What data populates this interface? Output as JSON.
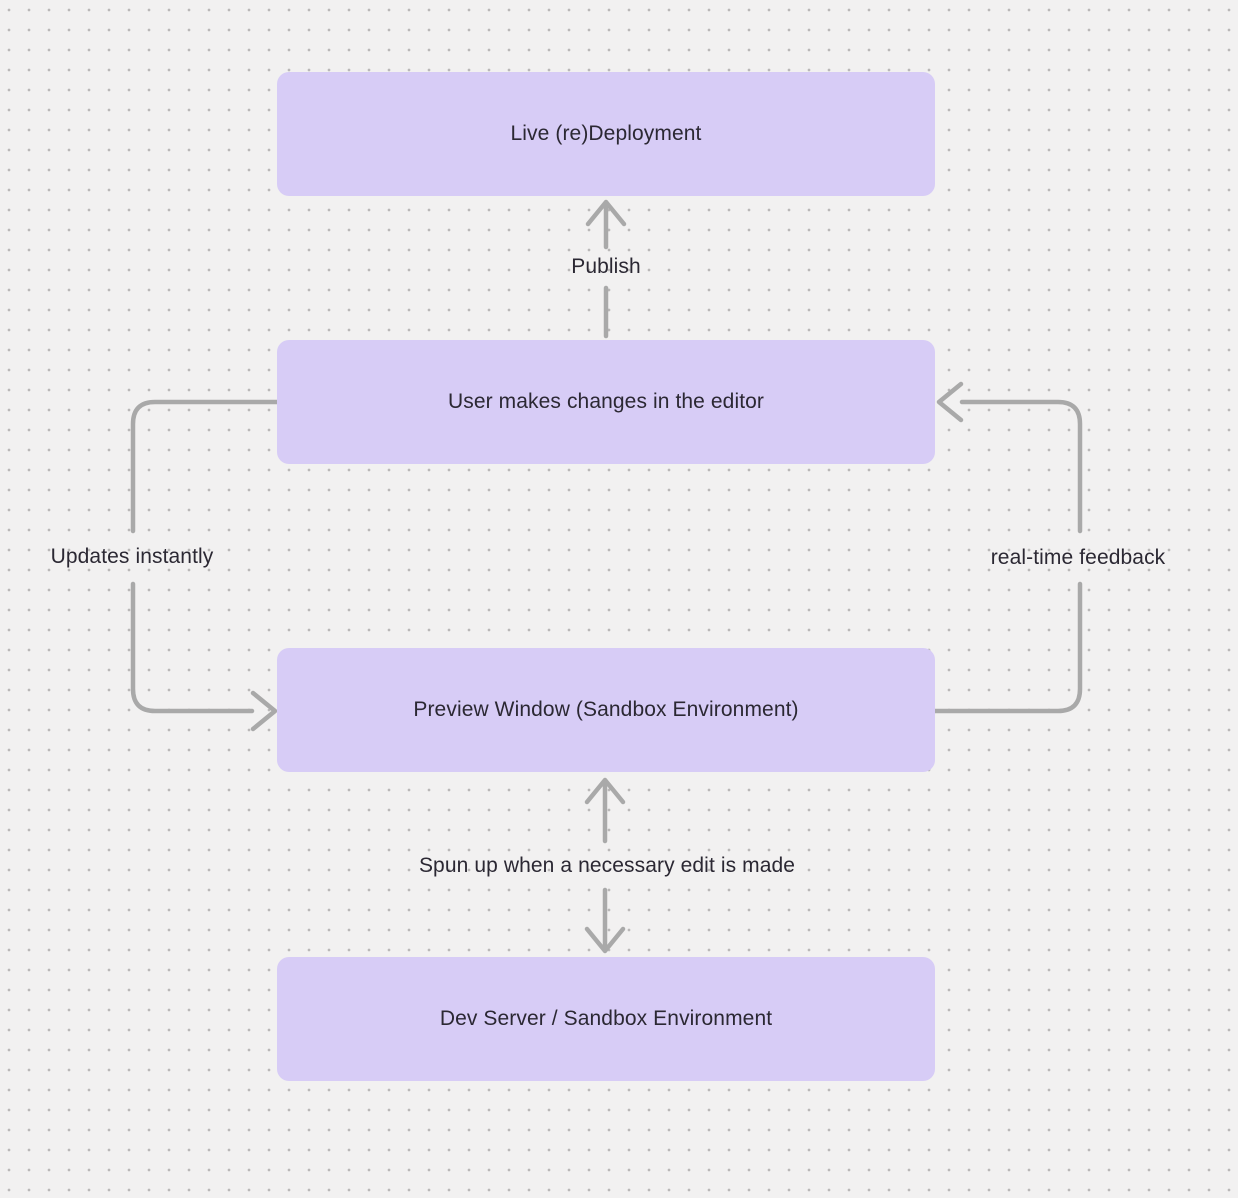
{
  "canvas": {
    "background_color": "#f2f1f1",
    "dot_grid_color": "#bab8b8",
    "node_fill_color": "#d7ccf6",
    "node_text_color": "#2b2833",
    "arrow_color": "#a9a9a9"
  },
  "nodes": [
    {
      "id": "live-redeployment",
      "label": "Live (re)Deployment"
    },
    {
      "id": "editor",
      "label": "User makes changes in the editor"
    },
    {
      "id": "preview-window",
      "label": "Preview Window (Sandbox Environment)"
    },
    {
      "id": "dev-server",
      "label": "Dev Server / Sandbox Environment"
    }
  ],
  "edges": [
    {
      "id": "publish",
      "label": "Publish",
      "from": "editor",
      "to": "live-redeployment"
    },
    {
      "id": "updates-instantly",
      "label": "Updates instantly",
      "from": "editor",
      "to": "preview-window"
    },
    {
      "id": "real-time-feedback",
      "label": "real-time feedback",
      "from": "preview-window",
      "to": "editor"
    },
    {
      "id": "spun-up",
      "label": "Spun up when a necessary edit is made",
      "from": "preview-window",
      "to": "dev-server"
    }
  ]
}
